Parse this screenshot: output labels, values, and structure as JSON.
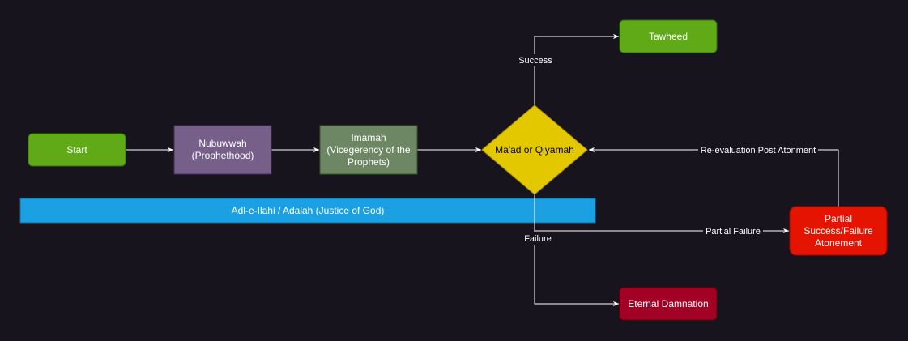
{
  "diagram": {
    "type": "flowchart",
    "nodes": {
      "start": {
        "label": "Start",
        "color": "#60a917"
      },
      "nubuwwah": {
        "lines": [
          "Nubuwwah",
          "(Prophethood)"
        ],
        "color": "#76608a"
      },
      "imamah": {
        "lines": [
          "Imamah",
          "(Vicegerency of the",
          "Prophets)"
        ],
        "color": "#6d8764"
      },
      "decision": {
        "label": "Ma'ad or Qiyamah",
        "color": "#e3c800",
        "shape": "diamond"
      },
      "tawheed": {
        "label": "Tawheed",
        "color": "#60a917"
      },
      "damnation": {
        "label": "Eternal Damnation",
        "color": "#a20025"
      },
      "atonement": {
        "lines": [
          "Partial",
          "Success/Failure",
          "Atonement"
        ],
        "color": "#e51400"
      },
      "justice_bar": {
        "label": "Adl-e-Ilahi / Adalah (Justice of God)",
        "color": "#1ba1e2"
      }
    },
    "edges": [
      {
        "from": "start",
        "to": "nubuwwah"
      },
      {
        "from": "nubuwwah",
        "to": "imamah"
      },
      {
        "from": "imamah",
        "to": "decision"
      },
      {
        "from": "decision",
        "to": "tawheed",
        "label": "Success"
      },
      {
        "from": "decision",
        "to": "damnation",
        "label": "Failure"
      },
      {
        "from": "decision",
        "to": "atonement",
        "label": "Partial Failure"
      },
      {
        "from": "atonement",
        "to": "decision",
        "label": "Re-evaluation Post Atonment"
      }
    ]
  }
}
